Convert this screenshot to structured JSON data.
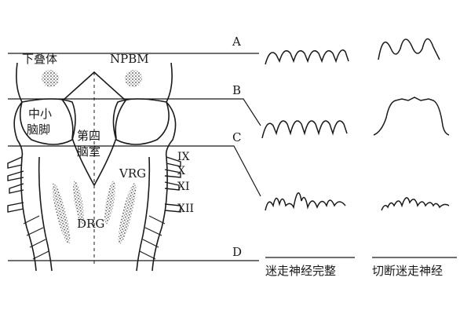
{
  "diagram": {
    "brain_labels": {
      "inferior_colliculus": "下叠体",
      "npbm": "NPBM",
      "midbrain_peduncle_line1": "中小",
      "midbrain_peduncle_line2": "脑脚",
      "fourth_ventricle_line1": "第四",
      "fourth_ventricle_line2": "脑室",
      "vrg": "VRG",
      "drg": "DRG"
    },
    "nerve_labels": [
      "IX",
      "X",
      "XI",
      "XII"
    ],
    "section_labels": [
      "A",
      "B",
      "C",
      "D"
    ],
    "column_captions": {
      "intact": "迷走神经完整",
      "cut": "切断迷走神经"
    },
    "colors": {
      "ink": "#1a1a1a",
      "paper": "#ffffff"
    }
  }
}
